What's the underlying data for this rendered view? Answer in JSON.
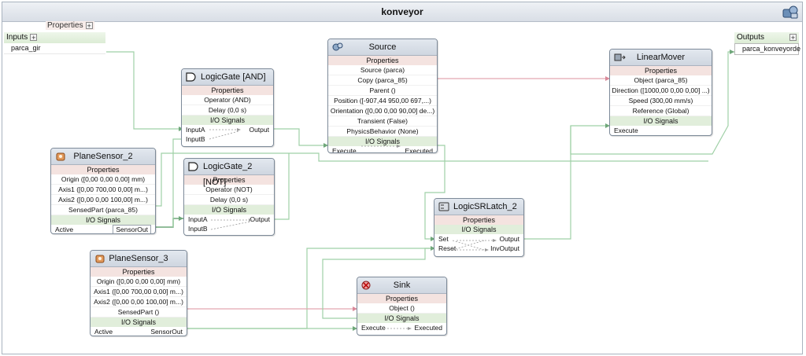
{
  "window": {
    "title": "konveyor"
  },
  "properties_label": "Properties",
  "inputs": {
    "title": "Inputs",
    "items": [
      "parca_gir"
    ]
  },
  "outputs": {
    "title": "Outputs",
    "items": [
      "parca_konveyorde"
    ]
  },
  "blocks": {
    "logicgate_and": {
      "title": "LogicGate [AND]",
      "props_title": "Properties",
      "props": [
        "Operator (AND)",
        "Delay (0,0 s)"
      ],
      "signals_title": "I/O Signals",
      "in1": "InputA",
      "in2": "InputB",
      "out": "Output"
    },
    "logicgate_not": {
      "title": "LogicGate_2 [NOT]",
      "props_title": "Properties",
      "props": [
        "Operator (NOT)",
        "Delay (0,0 s)"
      ],
      "signals_title": "I/O Signals",
      "in1": "InputA",
      "in2": "InputB",
      "out": "Output"
    },
    "source": {
      "title": "Source",
      "props_title": "Properties",
      "props": [
        "Source (parca)",
        "Copy (parca_85)",
        "Parent ()",
        "Position ([-907,44 950,00 697,...)",
        "Orientation ([0,00 0,00 90,00] de...)",
        "Transient (False)",
        "PhysicsBehavior (None)"
      ],
      "signals_title": "I/O Signals",
      "in1": "Execute",
      "out": "Executed"
    },
    "linearmover": {
      "title": "LinearMover",
      "props_title": "Properties",
      "props": [
        "Object (parca_85)",
        "Direction ([1000,00 0,00 0,00] ...)",
        "Speed (300,00 mm/s)",
        "Reference (Global)"
      ],
      "signals_title": "I/O Signals",
      "in1": "Execute"
    },
    "planesensor2": {
      "title": "PlaneSensor_2",
      "props_title": "Properties",
      "props": [
        "Origin ([0,00 0,00 0,00] mm)",
        "Axis1 ([0,00 700,00 0,00] m...)",
        "Axis2 ([0,00 0,00 100,00] m...)",
        "SensedPart (parca_85)"
      ],
      "signals_title": "I/O Signals",
      "in1": "Active",
      "out": "SensorOut"
    },
    "planesensor3": {
      "title": "PlaneSensor_3",
      "props_title": "Properties",
      "props": [
        "Origin ([0,00 0,00 0,00] mm)",
        "Axis1 ([0,00 700,00 0,00] m...)",
        "Axis2 ([0,00 0,00 100,00] m...)",
        "SensedPart ()"
      ],
      "signals_title": "I/O Signals",
      "in1": "Active",
      "out": "SensorOut"
    },
    "srlatch": {
      "title": "LogicSRLatch_2",
      "props_title": "Properties",
      "signals_title": "I/O Signals",
      "in1": "Set",
      "in2": "Reset",
      "out1": "Output",
      "out2": "InvOutput"
    },
    "sink": {
      "title": "Sink",
      "props_title": "Properties",
      "props": [
        "Object ()"
      ],
      "signals_title": "I/O Signals",
      "in1": "Execute",
      "out": "Executed"
    }
  },
  "colors": {
    "header": "#d3dae3",
    "properties_band": "#f4e3e0",
    "signals_band": "#e1eedb",
    "signal_wire": "#8fbf95",
    "property_wire": "#e3a6b0"
  }
}
